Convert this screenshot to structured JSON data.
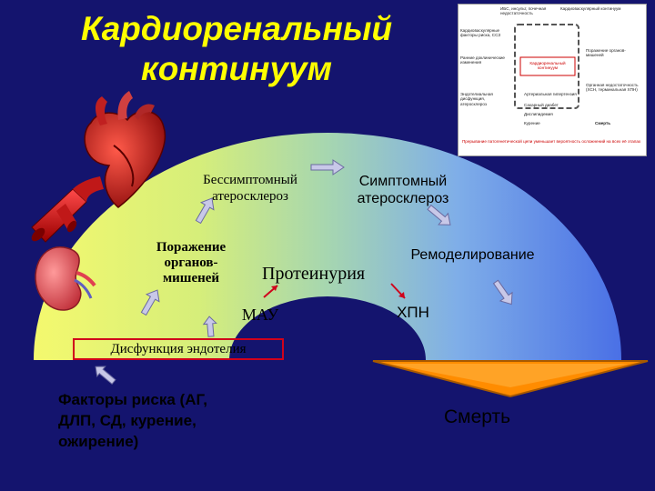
{
  "title": {
    "line1": "Кардиоренальный",
    "line2": "континуум"
  },
  "stages": {
    "asymptomatic": "Бессимптомный атеросклероз",
    "symptomatic": "Симптомный атеросклероз",
    "target_organ": "Поражение органов-мишеней",
    "proteinuria": "Протеинурия",
    "remodeling": "Ремоделирование",
    "mau": "МАУ",
    "ckd": "ХПН",
    "endothelial": "Дисфункция эндотелия",
    "risk_factors": "Факторы риска (АГ, ДЛП, СД, курение, ожирение)",
    "death": "Смерть"
  },
  "inset": {
    "top_left": "ИБС, инсульт, почечная недостаточность",
    "top_right": "Кардиоваскулярный континуум",
    "left1": "Кардиоваскулярные факторы риска, ССЗ",
    "left2": "Ранние доклинические изменения",
    "left3": "Эндотелиальная дисфункция, атеросклероз",
    "center": "Кардиоренальный континуум",
    "right1": "Поражение органов-мишеней",
    "right2": "Органная недостаточность (ХСН, терминальная ХПН)",
    "bullets": [
      "Артериальная гипертензия",
      "Сахарный диабет",
      "Дислипидемия",
      "Курение"
    ],
    "bottom_right": "Смерть",
    "footer": "Прерывание патогенетической цепи уменьшает вероятность осложнений на всех её этапах"
  },
  "colors": {
    "background": "#14146e",
    "title": "#ffff00",
    "arc_inner": "#ffff66",
    "arc_outer": "#4a6ee8",
    "highlight_border": "#d0021b",
    "arrow_fill": "#b8b8d8"
  }
}
